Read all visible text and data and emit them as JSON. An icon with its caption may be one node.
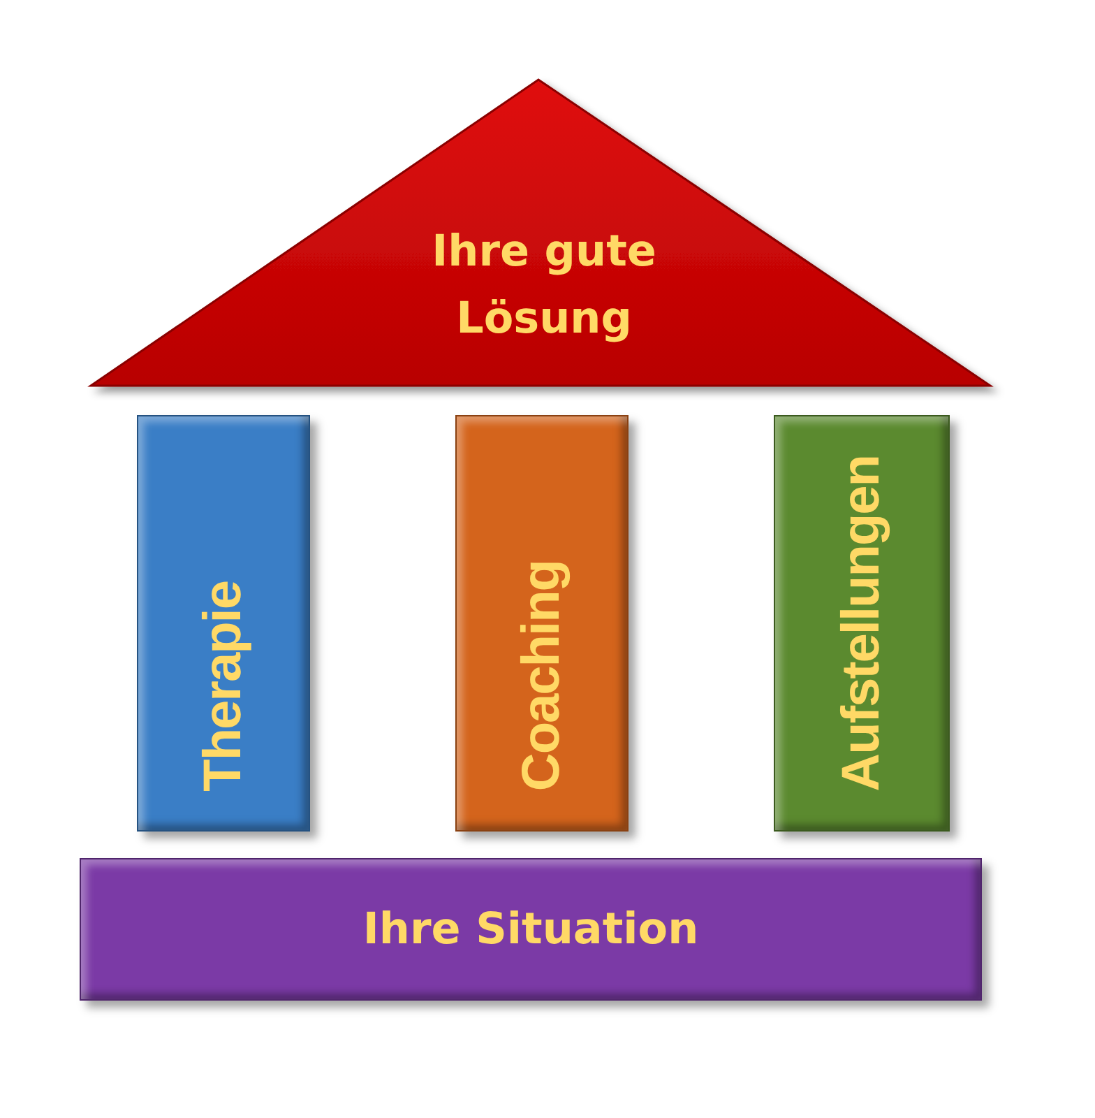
{
  "diagram": {
    "nodes": [
      {
        "text": [
          "Ihre gute Lösung"
        ]
      },
      {
        "text": [
          "Therapie"
        ]
      },
      {
        "text": [
          "Coaching"
        ]
      },
      {
        "text": [
          "Aufstellungen"
        ]
      },
      {
        "text": [
          "Ihre Situation"
        ]
      }
    ]
  }
}
